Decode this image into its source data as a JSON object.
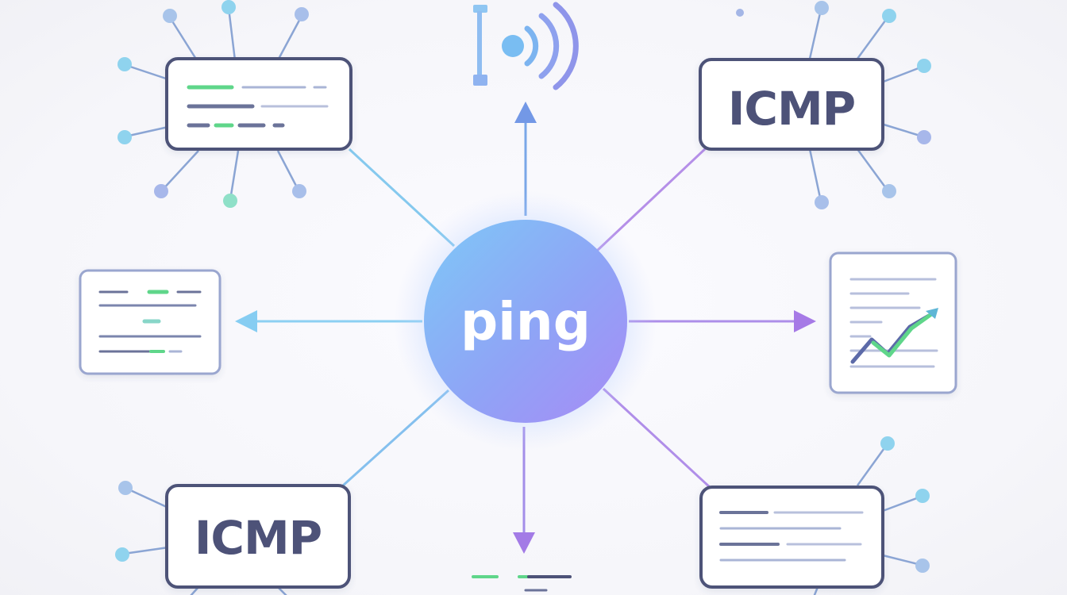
{
  "center": {
    "label": "ping"
  },
  "nodes": {
    "icmp_top_right": {
      "label": "ICMP"
    },
    "icmp_bottom_left": {
      "label": "ICMP"
    }
  },
  "icons": {
    "signal": "signal-icon",
    "chart": "trend-chart-icon",
    "text_panel": "text-lines-icon"
  },
  "colors": {
    "center_gradient_start": "#7ec8f7",
    "center_gradient_end": "#a78bf5",
    "box_stroke": "#4d5278",
    "accent_green": "#5fd68a",
    "accent_blue": "#7cc4ee",
    "accent_purple": "#a57be8"
  }
}
